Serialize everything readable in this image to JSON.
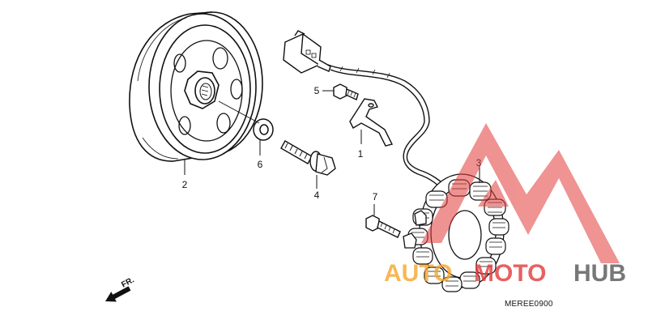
{
  "parts": [
    {
      "id": "part-1",
      "label": "1"
    },
    {
      "id": "part-2",
      "label": "2"
    },
    {
      "id": "part-3",
      "label": "3"
    },
    {
      "id": "part-4",
      "label": "4"
    },
    {
      "id": "part-5",
      "label": "5"
    },
    {
      "id": "part-6",
      "label": "6"
    },
    {
      "id": "part-7",
      "label": "7"
    }
  ],
  "direction_label": "FR.",
  "diagram_code": "MEREE0900",
  "watermark": {
    "part1": "AUTO",
    "part2": "MOTO",
    "part3": "HUB",
    "colors": {
      "orange": "#f4a62a",
      "red": "#e23a3a",
      "grey": "#555555"
    }
  }
}
